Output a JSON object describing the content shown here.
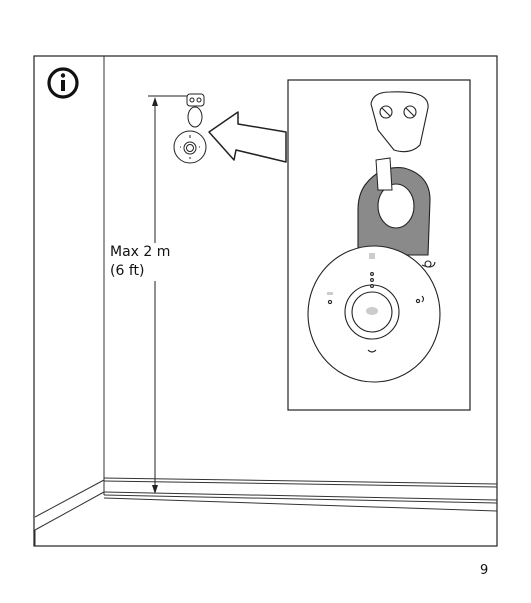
{
  "panel": {
    "info_icon": "info-circle-icon",
    "height_label": {
      "line1": "Max 2 m",
      "line2": "(6 ft)"
    }
  },
  "page_number": "9"
}
